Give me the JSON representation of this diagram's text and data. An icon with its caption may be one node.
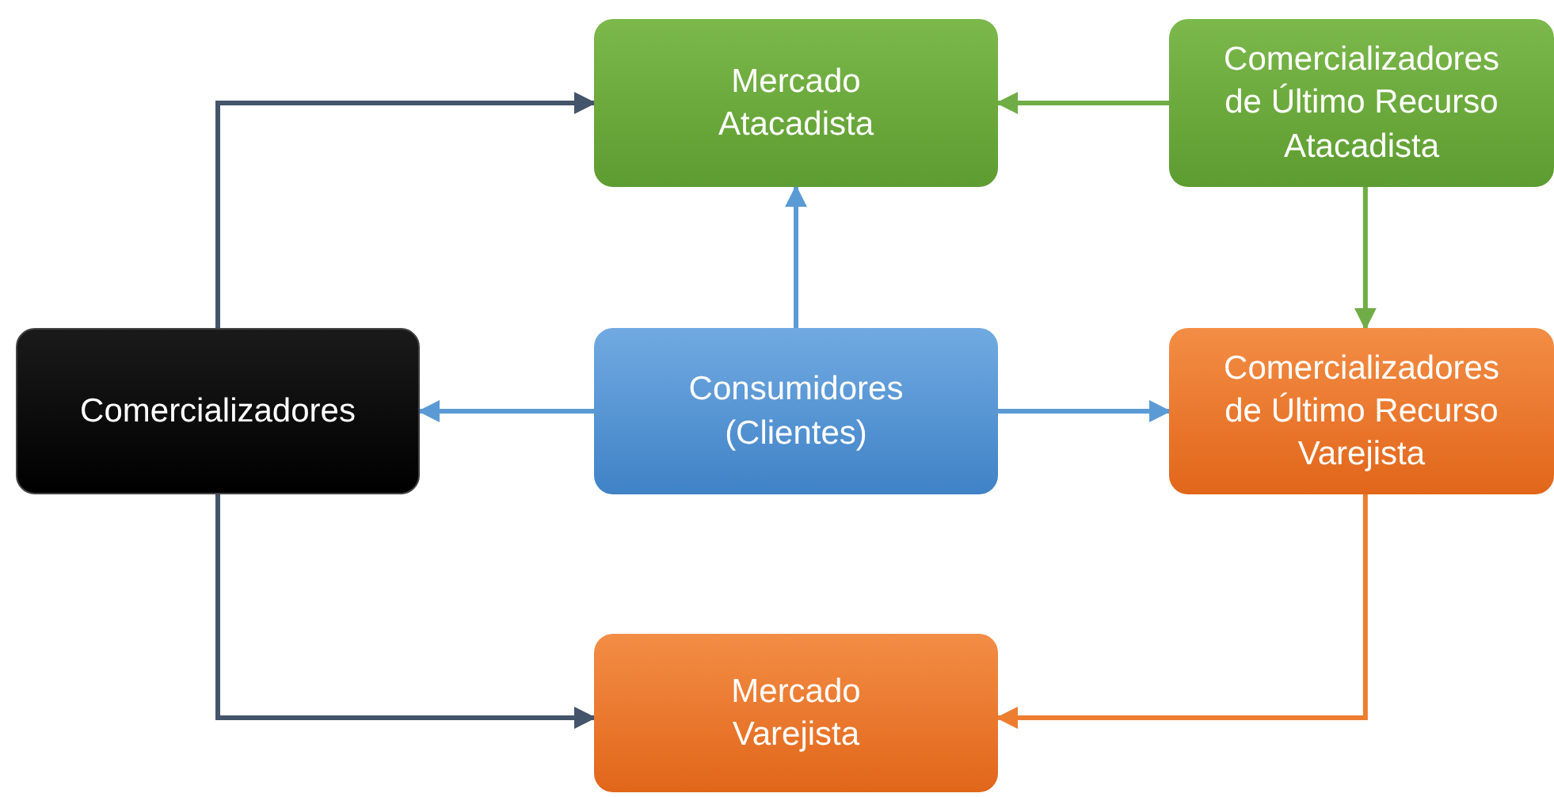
{
  "diagram": {
    "nodes": [
      {
        "text": [
          "Mercado Atacadista"
        ]
      },
      {
        "text": [
          "Comercializadores de Último Recurso Atacadista"
        ]
      },
      {
        "text": [
          "Comercializadores"
        ]
      },
      {
        "text": [
          "Consumidores (Clientes)"
        ]
      },
      {
        "text": [
          "Comercializadores de Último Recurso Varejista"
        ]
      },
      {
        "text": [
          "Mercado Varejista"
        ]
      }
    ],
    "edges": [
      {
        "from": 2,
        "to": 0,
        "arrow": "to",
        "color": "#44546a"
      },
      {
        "from": 1,
        "to": 0,
        "arrow": "to",
        "color": "#70ad47"
      },
      {
        "from": 1,
        "to": 4,
        "arrow": "to",
        "color": "#70ad47"
      },
      {
        "from": 3,
        "to": 0,
        "arrow": "to"
      },
      {
        "from": 3,
        "to": 2,
        "arrow": "to"
      },
      {
        "from": 3,
        "to": 4,
        "arrow": "to"
      },
      {
        "from": 2,
        "to": 5,
        "arrow": "to",
        "color": "#44546a"
      },
      {
        "from": 4,
        "to": 5,
        "arrow": "to",
        "color": "#ed7d31"
      }
    ]
  }
}
